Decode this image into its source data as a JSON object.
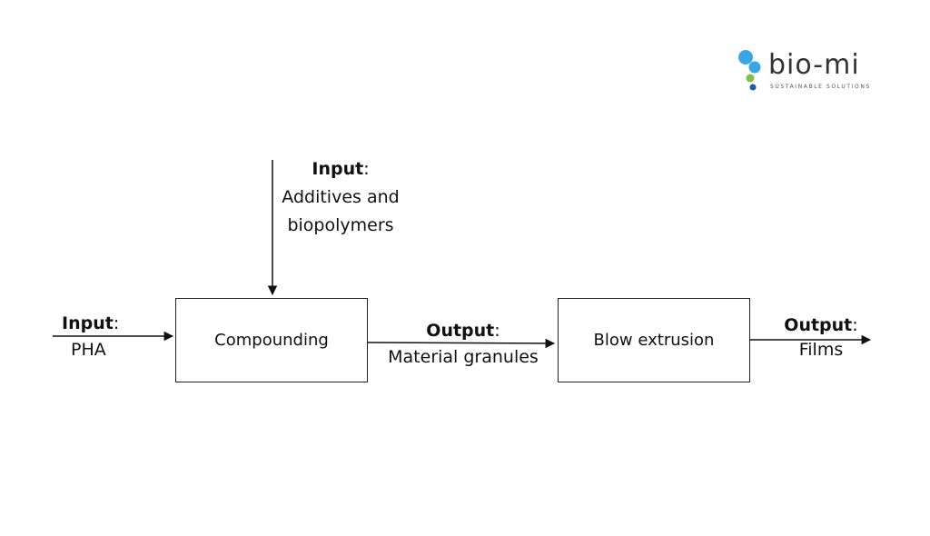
{
  "logo": {
    "text": "bio-mi",
    "tagline": "SUSTAINABLE SOLUTIONS"
  },
  "nodes": {
    "compounding": "Compounding",
    "blow_extrusion": "Blow extrusion"
  },
  "labels": {
    "top_input": {
      "head": "Input",
      "sep": ":",
      "line1": "Additives and",
      "line2": "biopolymers"
    },
    "left_input": {
      "head": "Input",
      "sep": ":",
      "value": "PHA"
    },
    "mid_output": {
      "head": "Output",
      "sep": ":",
      "value": "Material granules"
    },
    "right_output": {
      "head": "Output",
      "sep": ":",
      "value": "Films"
    }
  },
  "colors": {
    "logo_blue": "#3aa6e8",
    "logo_green": "#7dc242",
    "logo_navy": "#1e5aa8"
  }
}
